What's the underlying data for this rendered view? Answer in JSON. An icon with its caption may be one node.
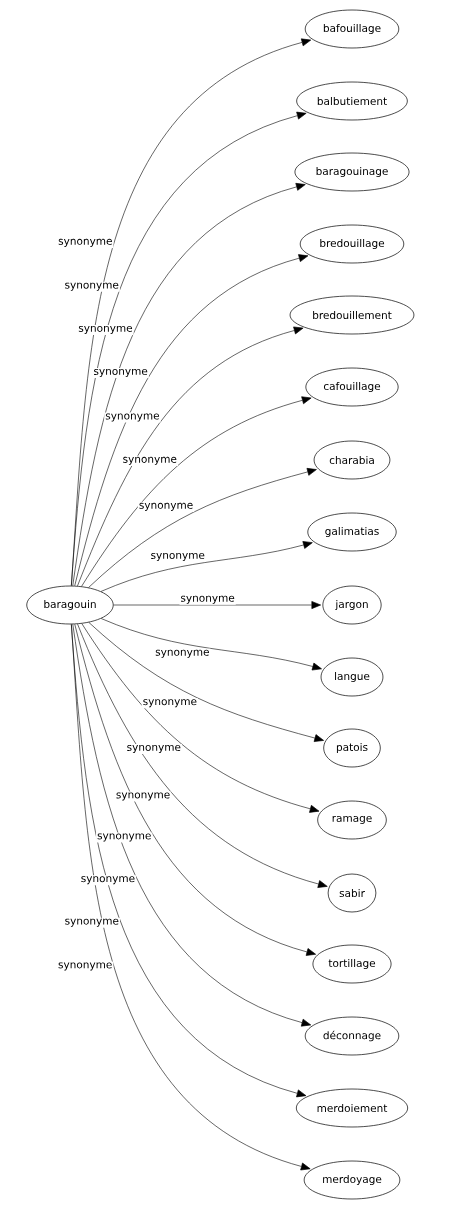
{
  "diagram": {
    "nodes": [
      {
        "text": [
          "baragouin"
        ]
      },
      {
        "text": [
          "bafouillage"
        ]
      },
      {
        "text": [
          "balbutiement"
        ]
      },
      {
        "text": [
          "baragouinage"
        ]
      },
      {
        "text": [
          "bredouillage"
        ]
      },
      {
        "text": [
          "bredouillement"
        ]
      },
      {
        "text": [
          "cafouillage"
        ]
      },
      {
        "text": [
          "charabia"
        ]
      },
      {
        "text": [
          "galimatias"
        ]
      },
      {
        "text": [
          "jargon"
        ]
      },
      {
        "text": [
          "langue"
        ]
      },
      {
        "text": [
          "patois"
        ]
      },
      {
        "text": [
          "ramage"
        ]
      },
      {
        "text": [
          "sabir"
        ]
      },
      {
        "text": [
          "tortillage"
        ]
      },
      {
        "text": [
          "déconnage"
        ]
      },
      {
        "text": [
          "merdoiement"
        ]
      },
      {
        "text": [
          "merdoyage"
        ]
      }
    ],
    "edges": [
      {
        "from": 0,
        "to": 1,
        "arrow": "to",
        "label": "synonyme"
      },
      {
        "from": 0,
        "to": 2,
        "arrow": "to",
        "label": "synonyme"
      },
      {
        "from": 0,
        "to": 3,
        "arrow": "to",
        "label": "synonyme"
      },
      {
        "from": 0,
        "to": 4,
        "arrow": "to",
        "label": "synonyme"
      },
      {
        "from": 0,
        "to": 5,
        "arrow": "to",
        "label": "synonyme"
      },
      {
        "from": 0,
        "to": 6,
        "arrow": "to",
        "label": "synonyme"
      },
      {
        "from": 0,
        "to": 7,
        "arrow": "to",
        "label": "synonyme"
      },
      {
        "from": 0,
        "to": 8,
        "arrow": "to",
        "label": "synonyme"
      },
      {
        "from": 0,
        "to": 9,
        "arrow": "to",
        "label": "synonyme"
      },
      {
        "from": 0,
        "to": 10,
        "arrow": "to",
        "label": "synonyme"
      },
      {
        "from": 0,
        "to": 11,
        "arrow": "to",
        "label": "synonyme"
      },
      {
        "from": 0,
        "to": 12,
        "arrow": "to",
        "label": "synonyme"
      },
      {
        "from": 0,
        "to": 13,
        "arrow": "to",
        "label": "synonyme"
      },
      {
        "from": 0,
        "to": 14,
        "arrow": "to",
        "label": "synonyme"
      },
      {
        "from": 0,
        "to": 15,
        "arrow": "to",
        "label": "synonyme"
      },
      {
        "from": 0,
        "to": 16,
        "arrow": "to",
        "label": "synonyme"
      },
      {
        "from": 0,
        "to": 17,
        "arrow": "to",
        "label": "synonyme"
      }
    ]
  }
}
